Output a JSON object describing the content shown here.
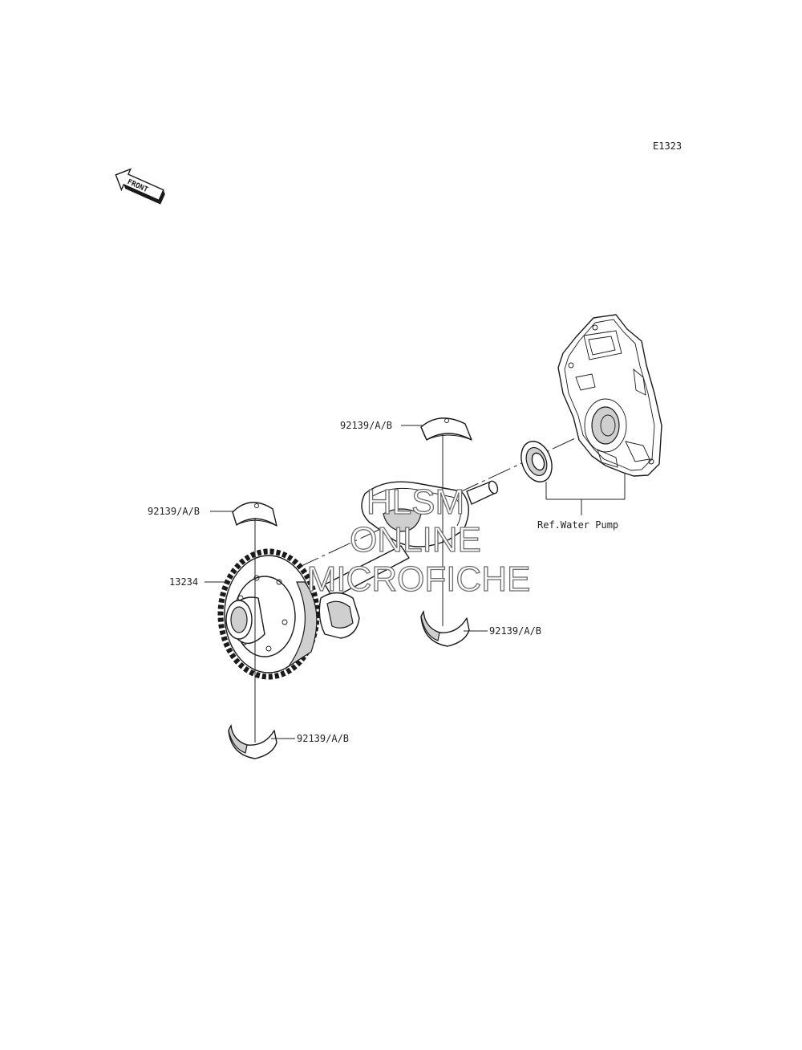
{
  "diagram": {
    "code": "E1323",
    "front_label": "FRONT",
    "callouts": {
      "bearing_top_center": "92139/A/B",
      "bearing_left_upper": "92139/A/B",
      "balancer_shaft": "13234",
      "bearing_right_lower": "92139/A/B",
      "bearing_left_lower": "92139/A/B",
      "reference": "Ref.Water Pump"
    }
  },
  "watermark": {
    "line1": "HLSM",
    "line2": "ONLINE",
    "line3": "MICROFICHE"
  }
}
